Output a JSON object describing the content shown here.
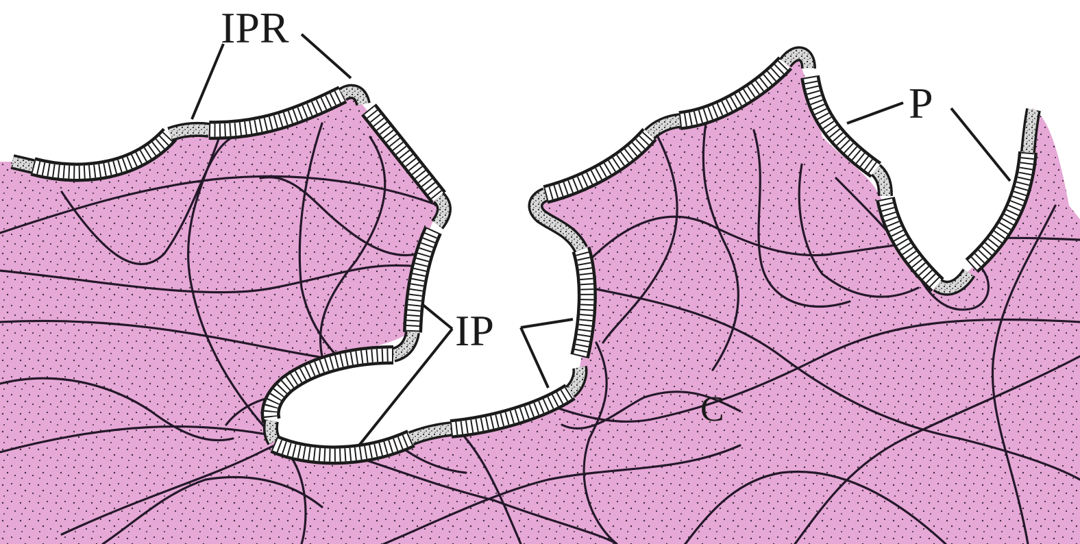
{
  "labels": {
    "ipr": "IPR",
    "p": "P",
    "ip": "IP",
    "c": "C"
  },
  "colors": {
    "tissue": "#e6a8d6",
    "tissue_dots": "#3c2a3c",
    "fibers": "#24182a",
    "lining_stroke": "#1b1b1b",
    "background": "#ffffff"
  }
}
